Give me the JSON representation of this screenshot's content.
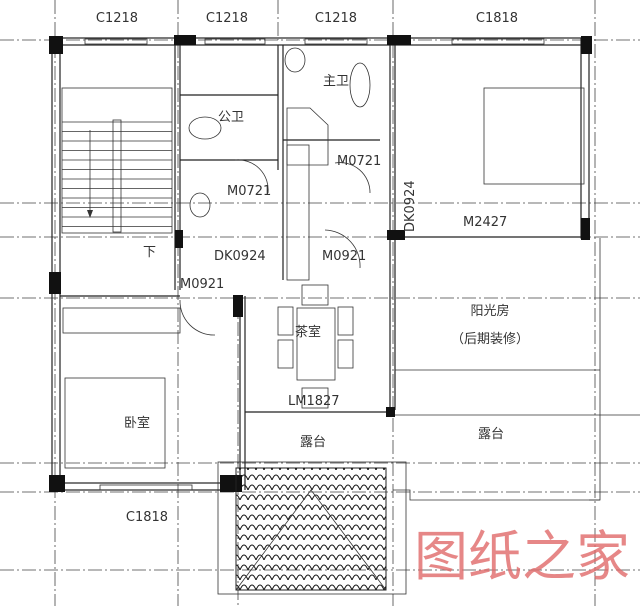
{
  "windows": {
    "top": [
      "C1218",
      "C1218",
      "C1218",
      "C1818"
    ],
    "bottom": "C1818"
  },
  "doors": {
    "m0721_a": "M0721",
    "m0721_b": "M0721",
    "dk0924_a": "DK0924",
    "dk0924_b": "DK0924",
    "m2427": "M2427",
    "m0921_a": "M0921",
    "m0921_b": "M0921",
    "lm1827": "LM1827"
  },
  "rooms": {
    "public_bath": "公卫",
    "master_bath": "主卫",
    "tea_room": "茶室",
    "bedroom": "卧室",
    "sunroom": "阳光房",
    "sunroom_note": "（后期装修）",
    "terrace_left": "露台",
    "terrace_right": "露台",
    "stair_down": "下"
  },
  "watermark": "图纸之家"
}
